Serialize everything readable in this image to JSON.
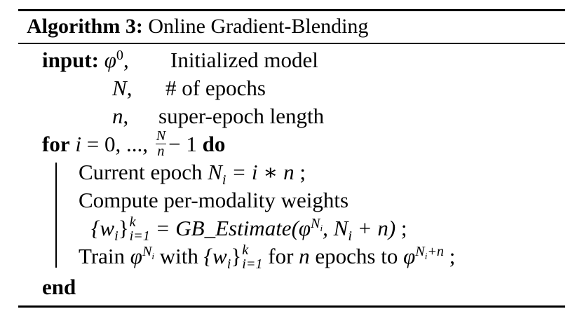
{
  "algorithm": {
    "label": "Algorithm 3:",
    "title": "Online Gradient-Blending"
  },
  "inputs": {
    "keyword": "input:",
    "items": [
      {
        "symbol": "φ",
        "sup": "0",
        "sep": ",",
        "desc": "Initialized model"
      },
      {
        "symbol": "N",
        "sep": ",",
        "desc": "# of epochs"
      },
      {
        "symbol": "n",
        "sep": ",",
        "desc": "super-epoch length"
      }
    ]
  },
  "loop": {
    "for_kw": "for",
    "var": "i",
    "range_start": "= 0, ..., ",
    "frac_num": "N",
    "frac_den": "n",
    "range_end": "− 1",
    "do_kw": "do"
  },
  "body": {
    "line1_text": "Current epoch ",
    "line1_math_var": "N",
    "line1_math_sub": "i",
    "line1_math_rest": " = i ∗ n",
    "line1_end": " ;",
    "line2_text": "Compute per-modality weights",
    "line3_open": "{w",
    "line3_sub_i": "i",
    "line3_close": "}",
    "line3_sup_k": "k",
    "line3_sub_range": "i=1",
    "line3_eq": " = GB_Estimate(φ",
    "line3_sup": "N",
    "line3_sup_sub": "i",
    "line3_args": ", N",
    "line3_args_sub": "i",
    "line3_args_rest": " + n)",
    "line3_end": " ;",
    "line4_train": "Train ",
    "line4_phi": "φ",
    "line4_sup": "N",
    "line4_sup_sub": "i",
    "line4_with": " with ",
    "line4_set_open": "{w",
    "line4_set_sub": "i",
    "line4_set_close": "}",
    "line4_sup_k": "k",
    "line4_sub_range": "i=1",
    "line4_for": " for ",
    "line4_n": "n",
    "line4_epochs": " epochs to ",
    "line4_phi2": "φ",
    "line4_sup2": "N",
    "line4_sup2_sub": "i",
    "line4_sup2_rest": "+n",
    "line4_end": " ;"
  },
  "end_kw": "end"
}
